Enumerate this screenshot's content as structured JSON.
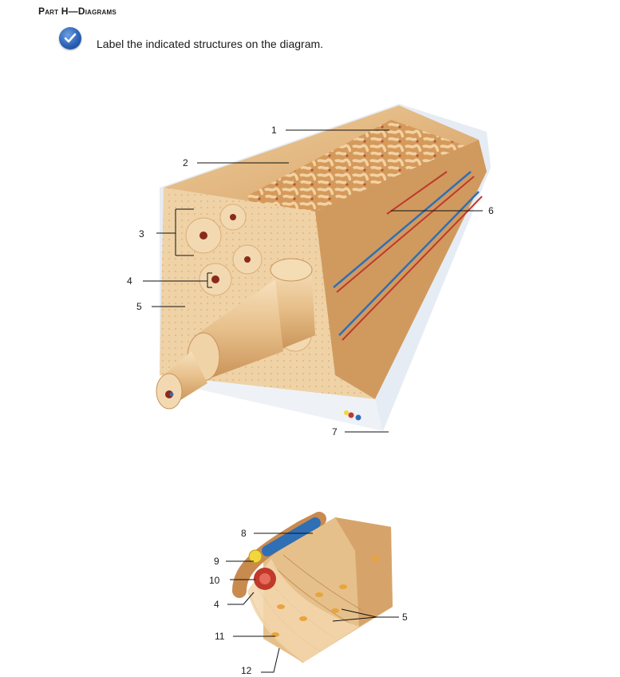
{
  "heading": "Part H—Diagrams",
  "instruction": "Label the indicated structures on the diagram.",
  "badge_icon": "checkmark-icon",
  "colors": {
    "badge": "#2b62b8",
    "bone_light": "#f1d3a6",
    "bone_mid": "#e2b77f",
    "bone_dark": "#c9925a",
    "artery": "#c0392b",
    "vein": "#2f6fb5",
    "nerve": "#f2d63b",
    "periosteum": "#b7c6d8"
  },
  "diagram1": {
    "labels": [
      "1",
      "2",
      "3",
      "4",
      "5",
      "6",
      "7"
    ]
  },
  "diagram2": {
    "labels": [
      "8",
      "9",
      "10",
      "4",
      "5",
      "11",
      "12"
    ]
  }
}
